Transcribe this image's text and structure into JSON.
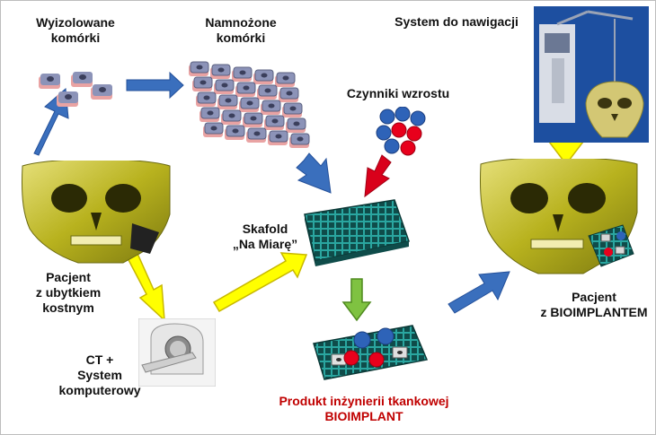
{
  "labels": {
    "isolated_line1": "Wyizolowane",
    "isolated_line2": "komórki",
    "multiplied_line1": "Namnożone",
    "multiplied_line2": "komórki",
    "navigation": "System do nawigacji",
    "growth_factors": "Czynniki wzrostu",
    "scaffold_line1": "Skafold",
    "scaffold_line2": "„Na Miarę”",
    "patient_defect_line1": "Pacjent",
    "patient_defect_line2": "z ubytkiem",
    "patient_defect_line3": "kostnym",
    "ct_line1": "CT +",
    "ct_line2": "System",
    "ct_line3": "komputerowy",
    "product_line1": "Produkt inżynierii tkankowej",
    "product_line2": "BIOIMPLANT",
    "patient_implant_line1": "Pacjent",
    "patient_implant_line2": "z BIOIMPLANTEM"
  },
  "colors": {
    "blue_arrow": "#3a6fbd",
    "yellow_arrow": "#ffff00",
    "green_arrow": "#7fc241",
    "red_arrow": "#d9001b",
    "skull": "#c6c028",
    "scaffold": "#1f7a78",
    "product_text": "#c00000"
  }
}
